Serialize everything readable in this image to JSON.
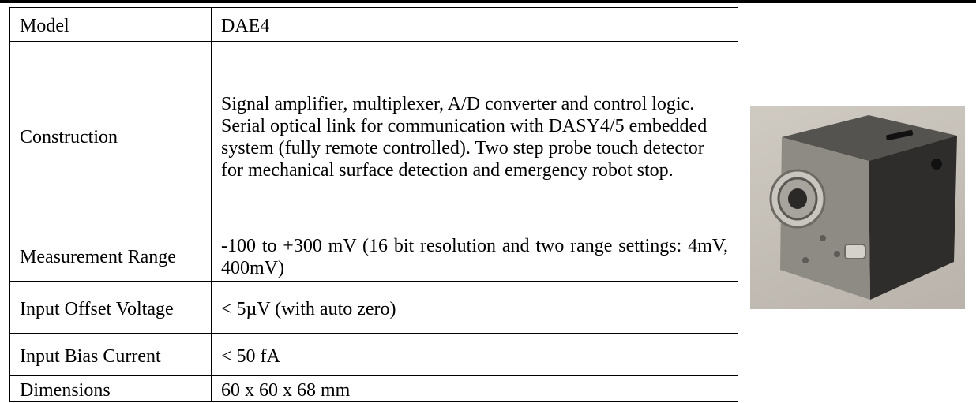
{
  "rows": [
    {
      "label": "Model",
      "value": "DAE4"
    },
    {
      "label": "Construction",
      "value": "Signal amplifier, multiplexer, A/D converter and control logic. Serial optical link for communication with DASY4/5 embedded system (fully remote controlled). Two step probe touch detector for mechanical surface detection and emergency robot stop."
    },
    {
      "label": "Measurement Range",
      "value": "-100 to +300 mV (16 bit resolution and two range settings: 4mV, 400mV)"
    },
    {
      "label": "Input Offset Voltage",
      "value": "< 5µV (with auto zero)"
    },
    {
      "label": "Input Bias Current",
      "value": "< 50 fA"
    },
    {
      "label": "Dimensions",
      "value": "60 x 60 x 68 mm"
    }
  ],
  "colors": {
    "border": "#000000",
    "text": "#000000",
    "background": "#ffffff",
    "device_body": "#3a3a38",
    "device_face": "#8e8b84"
  },
  "photo": {
    "subject": "DAE4 device photo"
  }
}
